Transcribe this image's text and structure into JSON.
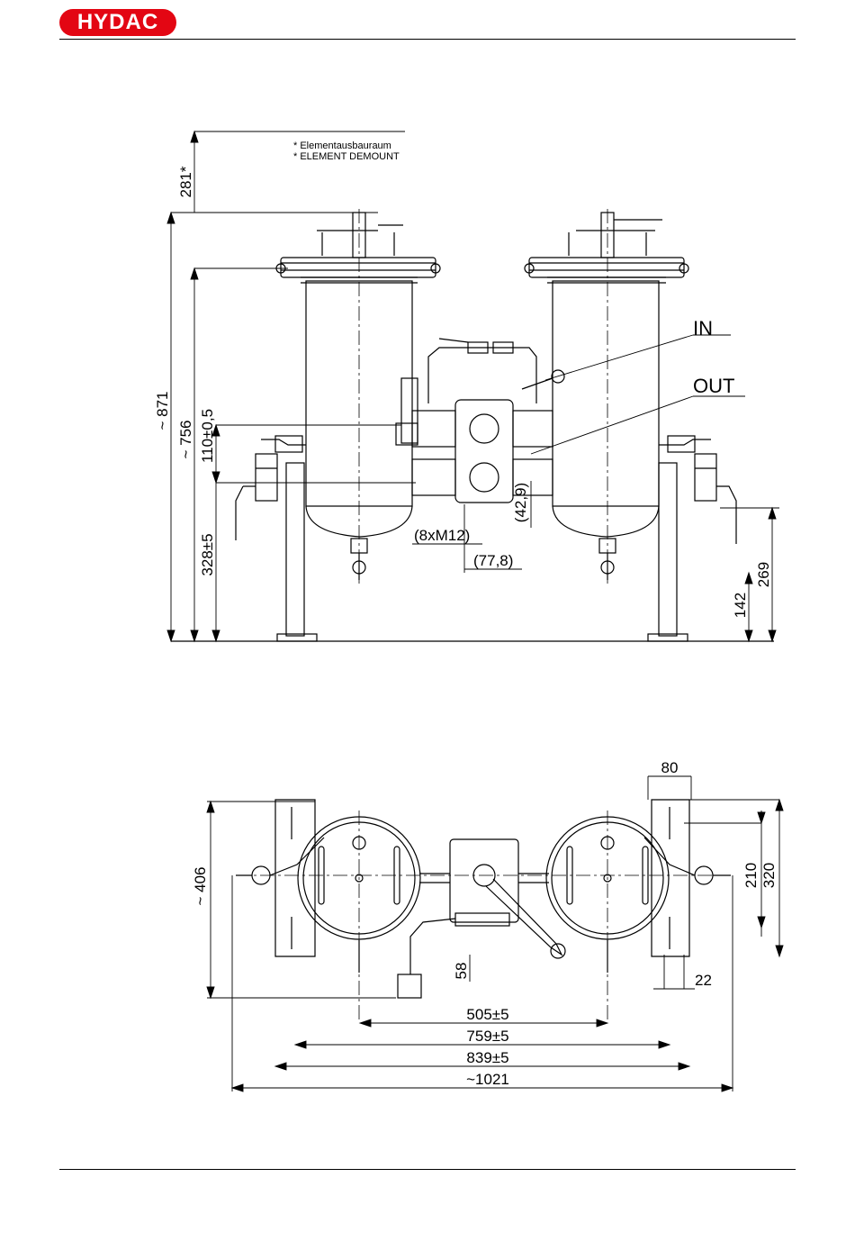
{
  "header": {
    "logo_text": "HYDAC",
    "brand_color": "#e30613"
  },
  "front_view": {
    "note_line1": "* Elementausbauraum",
    "note_line2": "* ELEMENT DEMOUNT",
    "dim_281": "281*",
    "dim_871": "~ 871",
    "dim_756": "~ 756",
    "dim_110": "110±0,5",
    "dim_328": "328±5",
    "dim_8xm12": "(8xM12)",
    "dim_77_8": "(77,8)",
    "dim_42_9": "(42,9)",
    "dim_142": "142",
    "dim_269": "269",
    "label_in": "IN",
    "label_out": "OUT"
  },
  "top_view": {
    "dim_80": "80",
    "dim_406": "~ 406",
    "dim_210": "210",
    "dim_320": "320",
    "dim_58": "58",
    "dim_22": "22",
    "dim_505": "505±5",
    "dim_759": "759±5",
    "dim_839": "839±5",
    "dim_1021": "~1021"
  }
}
